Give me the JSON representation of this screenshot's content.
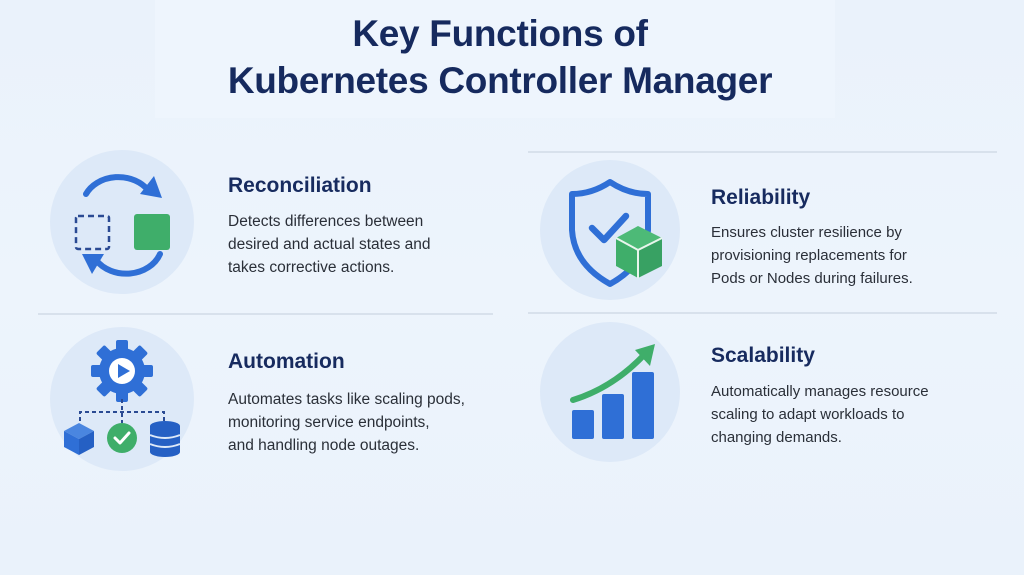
{
  "header": {
    "title_line1": "Key Functions of",
    "title_line2": "Kubernetes Controller Manager"
  },
  "colors": {
    "title": "#162a5e",
    "primary_blue": "#2f6fd6",
    "accent_green": "#3fae6a",
    "icon_circle_bg": "#dde9f8",
    "background": "#eaf2fb"
  },
  "cards": [
    {
      "id": "reconciliation",
      "icon": "reconcile-cycle-icon",
      "title": "Reconciliation",
      "lines": [
        "Detects differences between",
        "desired and actual states and",
        "takes corrective actions."
      ]
    },
    {
      "id": "reliability",
      "icon": "shield-check-cube-icon",
      "title": "Reliability",
      "lines": [
        "Ensures cluster resilience by",
        "provisioning replacements for",
        "Pods or Nodes during failures."
      ]
    },
    {
      "id": "automation",
      "icon": "gear-play-workflow-icon",
      "title": "Automation",
      "lines": [
        "Automates tasks like scaling pods,",
        "monitoring service endpoints,",
        "and handling node outages."
      ]
    },
    {
      "id": "scalability",
      "icon": "growth-bar-chart-icon",
      "title": "Scalability",
      "lines": [
        "Automatically manages resource",
        "scaling to adapt workloads to",
        "changing demands."
      ]
    }
  ]
}
